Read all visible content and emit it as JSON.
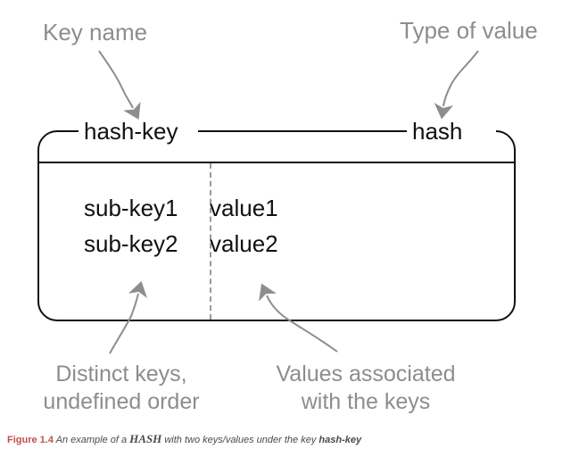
{
  "figure": {
    "box": {
      "header": {
        "key_label": "hash-key",
        "type_label": "hash"
      },
      "rows": [
        {
          "key": "sub-key1",
          "value": "value1"
        },
        {
          "key": "sub-key2",
          "value": "value2"
        }
      ]
    },
    "annotations": {
      "key_name": "Key name",
      "type_of_value": "Type of value",
      "distinct_keys_line1": "Distinct keys,",
      "distinct_keys_line2": "undefined order",
      "values_assoc_line1": "Values associated",
      "values_assoc_line2": "with the keys"
    },
    "caption": {
      "number": "Figure 1.4",
      "text_before": " An example of a ",
      "emphasis": "HASH",
      "text_middle": " with two keys/values under the key ",
      "key": "hash-key"
    },
    "colors": {
      "annotation_gray": "#8d8d8d",
      "line_black": "#111111",
      "divider_gray": "#9a9a9a",
      "caption_red": "#c0504d",
      "background": "#ffffff"
    }
  }
}
